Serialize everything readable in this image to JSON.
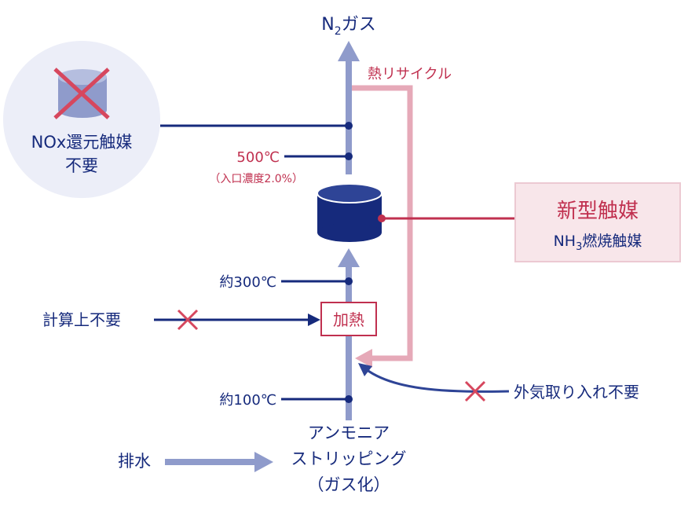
{
  "colors": {
    "navy": "#162a7c",
    "pipe": "#8f9bcb",
    "pink_line": "#e6a9b8",
    "crimson": "#c0304f",
    "cross": "#d6475e",
    "circle_bg": "#eceef8",
    "callout_bg": "#f8e6ea",
    "callout_border": "#ecc9d2"
  },
  "output": {
    "main": "N",
    "sub": "2",
    "tail": "ガス"
  },
  "heat_recycle": {
    "label": "熱リサイクル"
  },
  "nox_catalyst": {
    "line1": "NOx還元触媒",
    "line2": "不要",
    "icon": "catalyst-crossed-icon"
  },
  "temps": {
    "t500": "500℃",
    "t500_note": "（入口濃度2.0%）",
    "t300": "約300℃",
    "t100": "約100℃"
  },
  "new_catalyst": {
    "title": "新型触媒",
    "sub_pre": "NH",
    "sub_sub": "3",
    "sub_post": "燃焼触媒",
    "icon": "catalyst-cylinder-icon"
  },
  "heating": {
    "label": "加熱",
    "input_label": "計算上不要"
  },
  "outside_air": {
    "label": "外気取り入れ不要"
  },
  "stripping": {
    "line1": "アンモニア",
    "line2": "ストリッピング",
    "line3": "（ガス化）"
  },
  "wastewater": {
    "label": "排水"
  }
}
